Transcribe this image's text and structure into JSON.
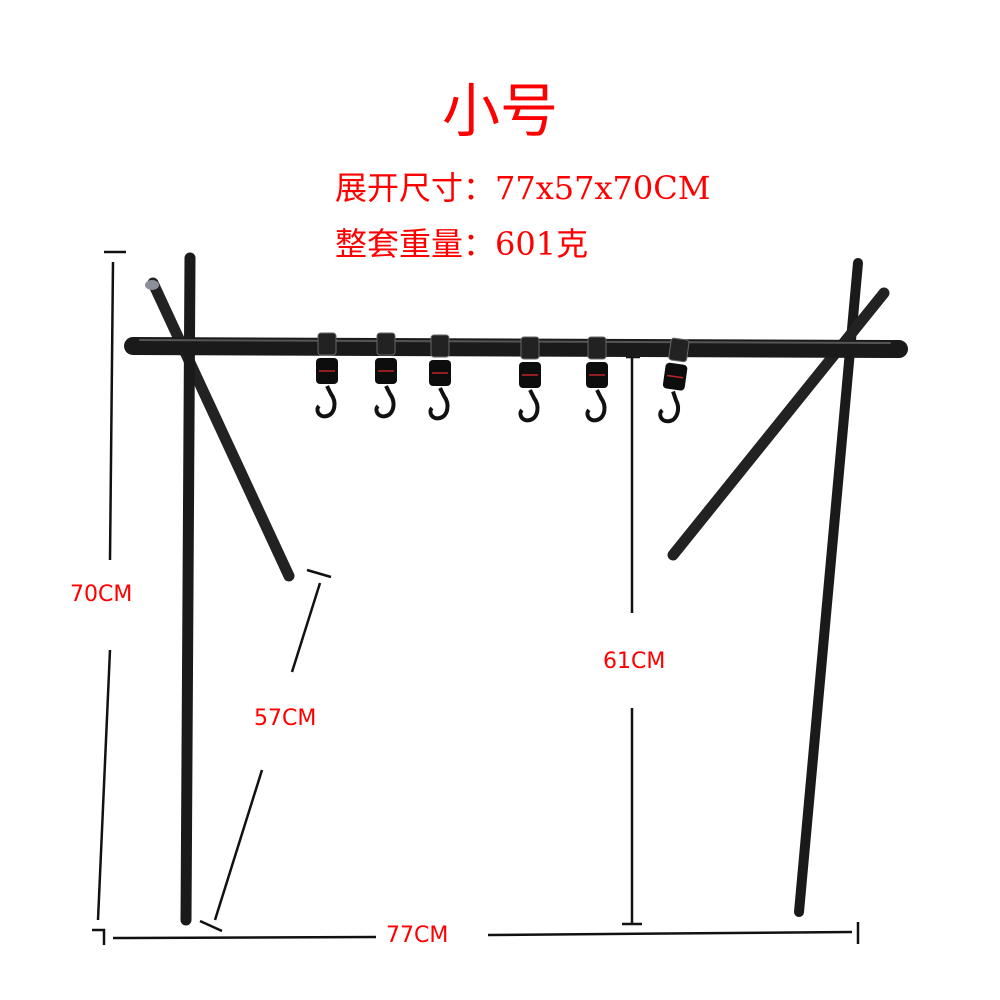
{
  "title": "小号",
  "specs": {
    "unfolded_size_label": "展开尺寸：",
    "unfolded_size_value": "77x57x70CM",
    "weight_label": "整套重量：",
    "weight_value": "601克"
  },
  "dimensions": {
    "height": "70CM",
    "depth": "57CM",
    "width": "77CM",
    "hook_height": "61CM"
  },
  "product": {
    "name": "hanging rack",
    "hook_count": 6
  },
  "colors": {
    "annotation": "#ff0000",
    "frame": "#1a1a1a",
    "background": "#ffffff"
  }
}
